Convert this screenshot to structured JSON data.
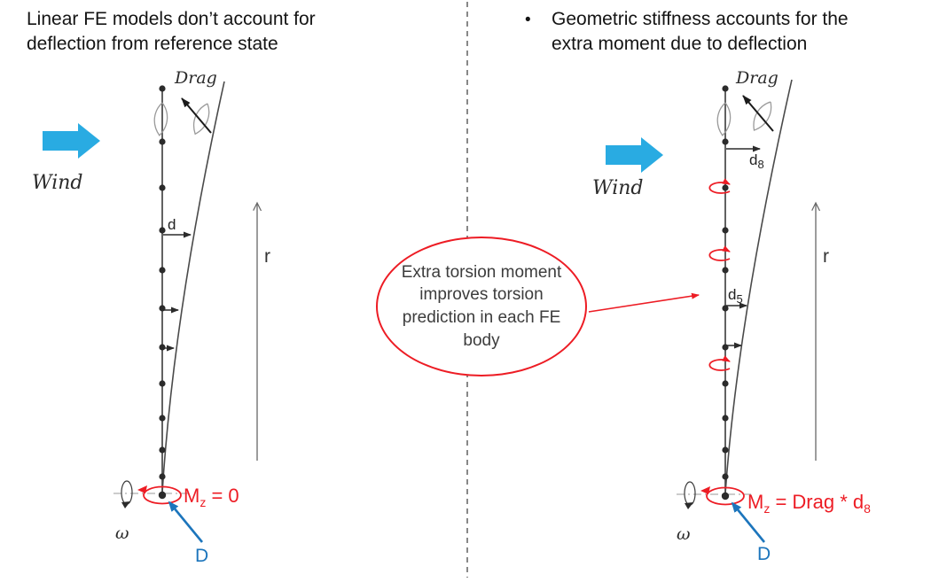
{
  "left_panel": {
    "heading": "Linear FE models don’t account for deflection from reference state",
    "labels": {
      "drag": "Drag",
      "wind": "Wind",
      "d": "d",
      "r": "r",
      "omega": "ω",
      "point": "D",
      "moment_m": "M",
      "moment_sub": "z",
      "moment_rest": " = 0"
    }
  },
  "right_panel": {
    "bullet": "•",
    "heading": "Geometric stiffness accounts for the extra moment due to deflection",
    "labels": {
      "drag": "Drag",
      "wind": "Wind",
      "d8_base": "d",
      "d8_sub": "8",
      "d5_base": "d",
      "d5_sub": "5",
      "r": "r",
      "omega": "ω",
      "point": "D",
      "moment_m": "M",
      "moment_sub": "z",
      "moment_rest": " = Drag * d",
      "moment_sub2": "8"
    }
  },
  "callout": {
    "text": "Extra torsion moment improves torsion prediction in each FE body"
  },
  "colors": {
    "wind_blue": "#29abe2",
    "annotation_red": "#ed1c24",
    "label_blue": "#1c75bc",
    "text_dark": "#141414"
  }
}
